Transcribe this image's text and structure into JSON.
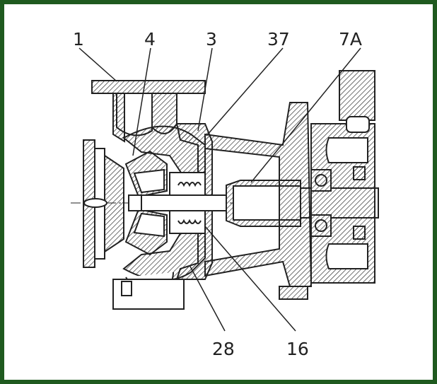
{
  "figure": {
    "border_color": "#1f5a1f",
    "callouts": {
      "c1": "1",
      "c4": "4",
      "c3": "3",
      "c37": "37",
      "c7a": "7A",
      "c28": "28",
      "c16": "16"
    }
  }
}
